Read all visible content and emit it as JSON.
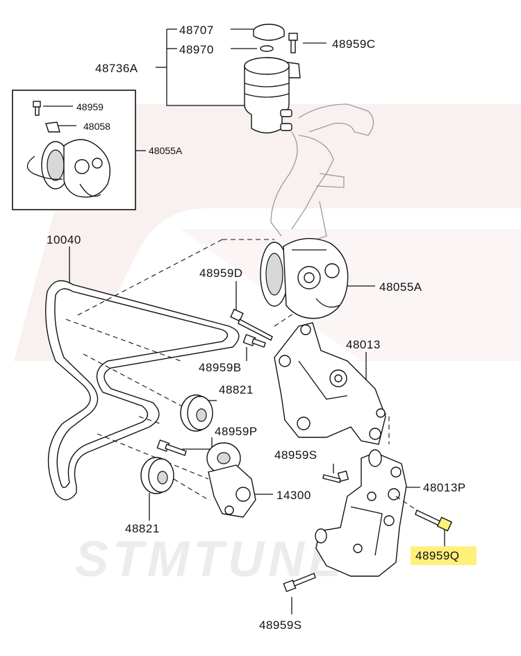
{
  "watermark": {
    "text": "STMTUNED",
    "color": "#f4e3e3"
  },
  "highlight_color": "#fff07a",
  "labels": {
    "p48707": "48707",
    "p48970": "48970",
    "p48959C": "48959C",
    "p48736A": "48736A",
    "inset_48959": "48959",
    "inset_48058": "48058",
    "inset_48055A": "48055A",
    "p10040": "10040",
    "p48959D": "48959D",
    "p48055A": "48055A",
    "p48013": "48013",
    "p48959B": "48959B",
    "p48821_top": "48821",
    "p48959P": "48959P",
    "p48959S_top": "48959S",
    "p48013P": "48013P",
    "p14300": "14300",
    "p48821_bottom": "48821",
    "p48959Q": "48959Q",
    "p48959S_bottom": "48959S"
  }
}
